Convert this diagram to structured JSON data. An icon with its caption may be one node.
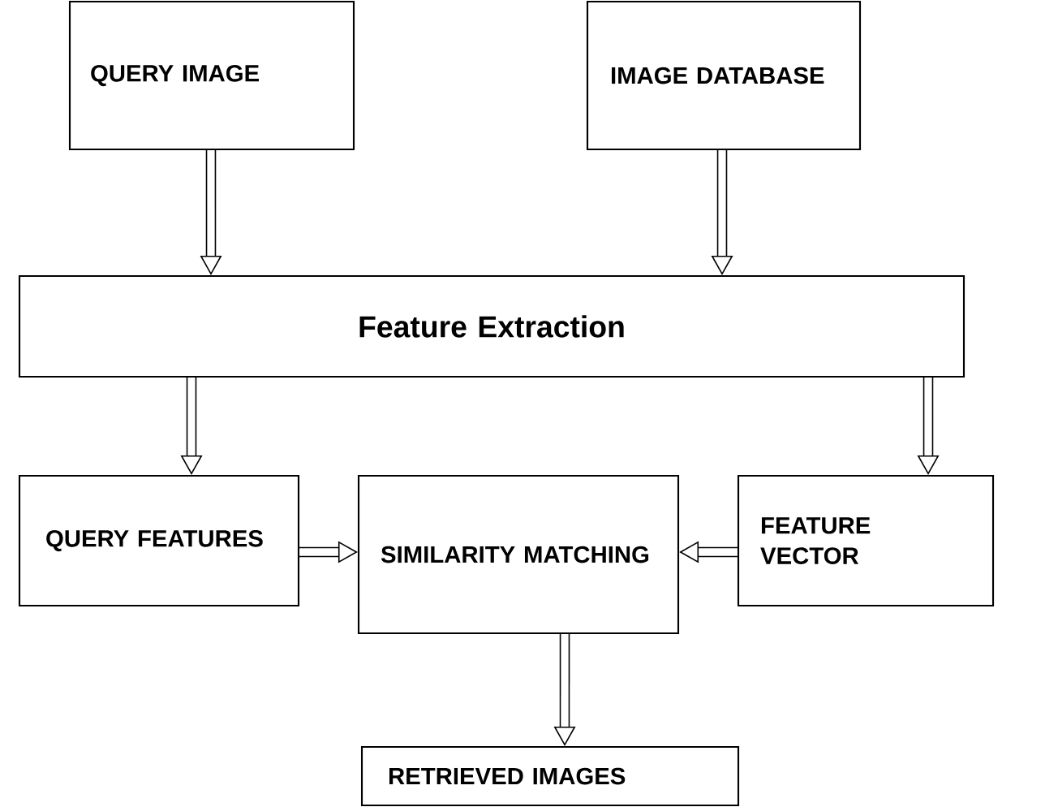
{
  "diagram": {
    "nodes": [
      {
        "text": [
          "QUERY IMAGE"
        ]
      },
      {
        "text": [
          "IMAGE DATABASE"
        ]
      },
      {
        "text": [
          "Feature Extraction"
        ]
      },
      {
        "text": [
          "QUERY FEATURES"
        ]
      },
      {
        "text": [
          "SIMILARITY MATCHING"
        ]
      },
      {
        "text": [
          "FEATURE VECTOR"
        ]
      },
      {
        "text": [
          "RETRIEVED IMAGES"
        ]
      }
    ],
    "edges": [
      {
        "from": 0,
        "to": 2,
        "arrow": "to"
      },
      {
        "from": 1,
        "to": 2,
        "arrow": "to"
      },
      {
        "from": 2,
        "to": 3,
        "arrow": "to"
      },
      {
        "from": 2,
        "to": 5,
        "arrow": "to"
      },
      {
        "from": 3,
        "to": 4,
        "arrow": "to"
      },
      {
        "from": 5,
        "to": 4,
        "arrow": "to"
      },
      {
        "from": 4,
        "to": 6,
        "arrow": "to"
      }
    ]
  }
}
